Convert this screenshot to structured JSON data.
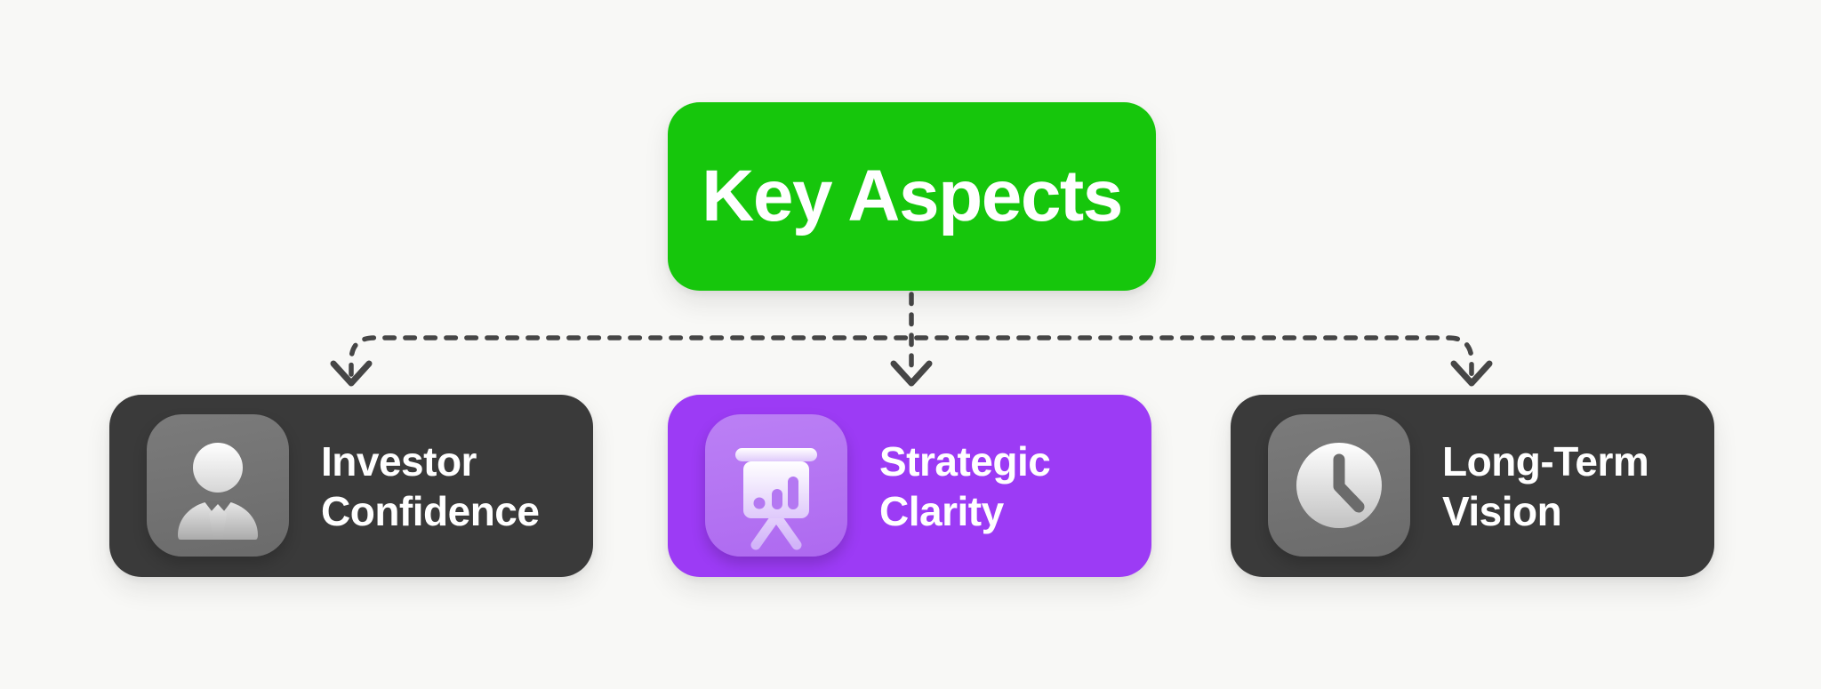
{
  "diagram": {
    "background_color": "#F8F8F6",
    "root": {
      "label": "Key Aspects",
      "color": "#16C60C",
      "text_color": "#FFFFFF"
    },
    "connector": {
      "style": "dashed",
      "color": "#464646",
      "arrow": "arrow-down"
    },
    "children": [
      {
        "label": "Investor Confidence",
        "icon": "person-icon",
        "color": "#3A3A3A",
        "tile_color": "#717171",
        "text_color": "#FFFFFF"
      },
      {
        "label": "Strategic Clarity",
        "icon": "presentation-chart-icon",
        "color": "#9C3BF5",
        "tile_color": "#B476F3",
        "text_color": "#FFFFFF"
      },
      {
        "label": "Long-Term Vision",
        "icon": "clock-icon",
        "color": "#3A3A3A",
        "tile_color": "#717171",
        "text_color": "#FFFFFF"
      }
    ]
  }
}
